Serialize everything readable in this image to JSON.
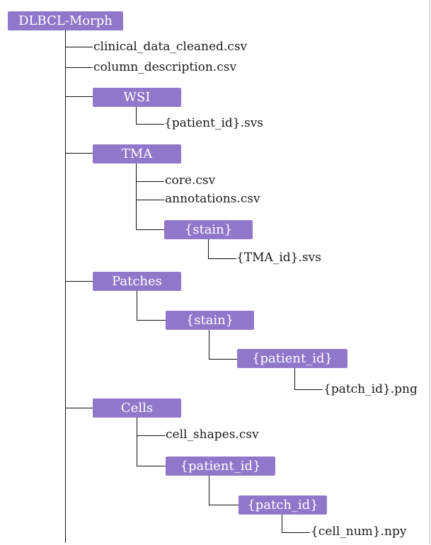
{
  "root": "DLBCL-Morph",
  "root_files": [
    "clinical_data_cleaned.csv",
    "column_description.csv"
  ],
  "wsi": {
    "label": "WSI",
    "file": "{patient_id}.svs"
  },
  "tma": {
    "label": "TMA",
    "files": [
      "core.csv",
      "annotations.csv"
    ],
    "stain": "{stain}",
    "stain_file": "{TMA_id}.svs"
  },
  "patches": {
    "label": "Patches",
    "stain": "{stain}",
    "patient": "{patient_id}",
    "file": "{patch_id}.png"
  },
  "cells": {
    "label": "Cells",
    "file": "cell_shapes.csv",
    "patient": "{patient_id}",
    "patch": "{patch_id}",
    "patch_file": "{cell_num}.npy"
  },
  "colors": {
    "box": "#8f78c9",
    "box_text": "#ffffff",
    "line": "#111111"
  }
}
